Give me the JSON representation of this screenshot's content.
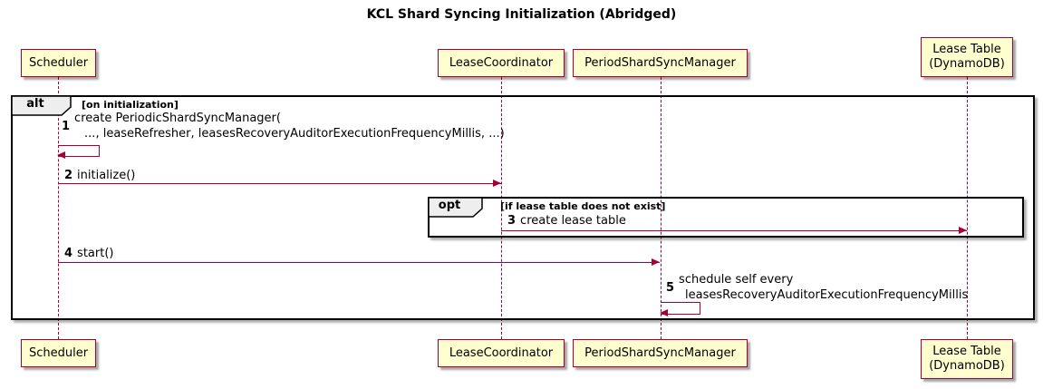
{
  "title": "KCL Shard Syncing Initialization (Abridged)",
  "participants": [
    {
      "name": "Scheduler"
    },
    {
      "name": "LeaseCoordinator"
    },
    {
      "name": "PeriodShardSyncManager"
    },
    {
      "name": "Lease Table",
      "name2": "(DynamoDB)"
    }
  ],
  "frames": {
    "alt": {
      "operator": "alt",
      "guard": "[on initialization]"
    },
    "opt": {
      "operator": "opt",
      "guard": "[if lease table does not exist]"
    }
  },
  "messages": [
    {
      "num": "1",
      "line1": "create PeriodicShardSyncManager(",
      "line2": "..., leaseRefresher, leasesRecoveryAuditorExecutionFrequencyMillis, ...)"
    },
    {
      "num": "2",
      "text": "initialize()"
    },
    {
      "num": "3",
      "text": "create lease table"
    },
    {
      "num": "4",
      "text": "start()"
    },
    {
      "num": "5",
      "line1": "schedule self every",
      "line2": "leasesRecoveryAuditorExecutionFrequencyMillis"
    }
  ],
  "colors": {
    "participant_fill": "#FEFECE",
    "participant_border": "#A80036",
    "arrow": "#A80036",
    "lifeline": "#A80036",
    "frame_border": "#000000",
    "frame_tab_fill": "#EEEEEE",
    "background": "#FFFFFF"
  }
}
